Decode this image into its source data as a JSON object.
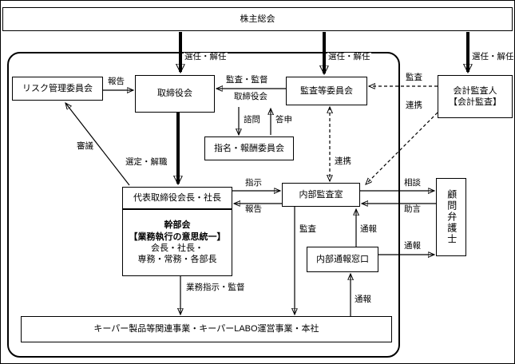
{
  "colors": {
    "line": "#000000",
    "background": "#ffffff"
  },
  "nodes": {
    "shareholders": "株主総会",
    "risk_committee": "リスク管理委員会",
    "board": "取締役会",
    "audit_committee": "監査等委員会",
    "accounting_auditor": [
      "会計監査人",
      "【会計監査】"
    ],
    "nomination_committee": "指名・報酬委員会",
    "president": "代表取締役会長・社長",
    "executive_committee": [
      "幹部会",
      "【業務執行の意思統一】",
      "会長・社長・",
      "専務・常務・各部長"
    ],
    "internal_audit": "内部監査室",
    "whistleblowing_desk": "内部通報窓口",
    "legal_advisor": "顧問弁護士",
    "business": "キーパー製品等関連事業・キーパーLABO運営事業・本社"
  },
  "labels": {
    "appoint_dismiss_board": "選任・解任",
    "appoint_dismiss_audit": "選任・解任",
    "appoint_dismiss_auditor": "選任・解任",
    "report_to_board": "報告",
    "audit_supervise": "監査・監督",
    "board_caption": "取締役会",
    "audit_by_auditor": "監査",
    "cooperation_auditor": "連携",
    "consultation": "諮問",
    "reply": "答申",
    "deliberation": "審議",
    "select_dismiss": "選定・解職",
    "cooperation_committee": "連携",
    "instruction": "指示",
    "report_to_president": "報告",
    "consult_lawyer": "相談",
    "advice": "助言",
    "internal_audit_audit": "監査",
    "whistle_to_audit": "通報",
    "whistle_from_business": "通報",
    "whistle_to_lawyer": "通報",
    "business_instruction": "業務指示・監督"
  }
}
